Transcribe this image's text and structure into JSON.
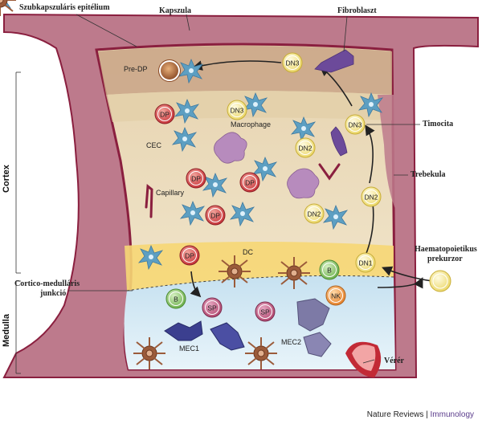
{
  "labels": {
    "subcapsular": "Szubkapszuláris epitélium",
    "capsule": "Kapszula",
    "fibroblast": "Fibroblaszt",
    "predp": "Pre-DP",
    "macrophage": "Macrophage",
    "cec": "CEC",
    "capillary": "Capillary",
    "thymocyte": "Timocita",
    "trabecula": "Trebekula",
    "hematopoietic": "Haematopoietikus",
    "precursor": "prekurzor",
    "cmj_line1": "Cortico-medulláris",
    "cmj_line2": "junkció",
    "dc": "DC",
    "mec1": "MEC1",
    "mec2": "MEC2",
    "vessel": "Vérér",
    "cortex": "Cortex",
    "medulla": "Medulla"
  },
  "cells": {
    "dn3": "DN3",
    "dn2": "DN2",
    "dn1": "DN1",
    "dp": "DP",
    "sp": "SP",
    "b": "B",
    "nk": "NK"
  },
  "credit": {
    "journal": "Nature Reviews",
    "separator": " | ",
    "field": "Immunology"
  },
  "colors": {
    "capsule": "#b56b7f",
    "capsule_dark": "#8a1f3f",
    "subcapsular_band": "#c9a487",
    "cortex_outer": "#e3d2b0",
    "cortex_inner": "#f1e8cd",
    "cmj_band": "#f6d774",
    "medulla": "#cfe6f2",
    "dp_cell": "#c8373c",
    "dn_cell": "#f1e592",
    "sp_cell": "#b34a72",
    "b_cell": "#86c06a",
    "nk_cell": "#ee9a46",
    "epithelial": "#5d9fc2",
    "macrophage": "#b78bbd",
    "dc": "#9b5b3a",
    "mec1": "#3b3f8f",
    "mec2": "#7d7aa6",
    "fibroblast": "#6c4a9a"
  }
}
